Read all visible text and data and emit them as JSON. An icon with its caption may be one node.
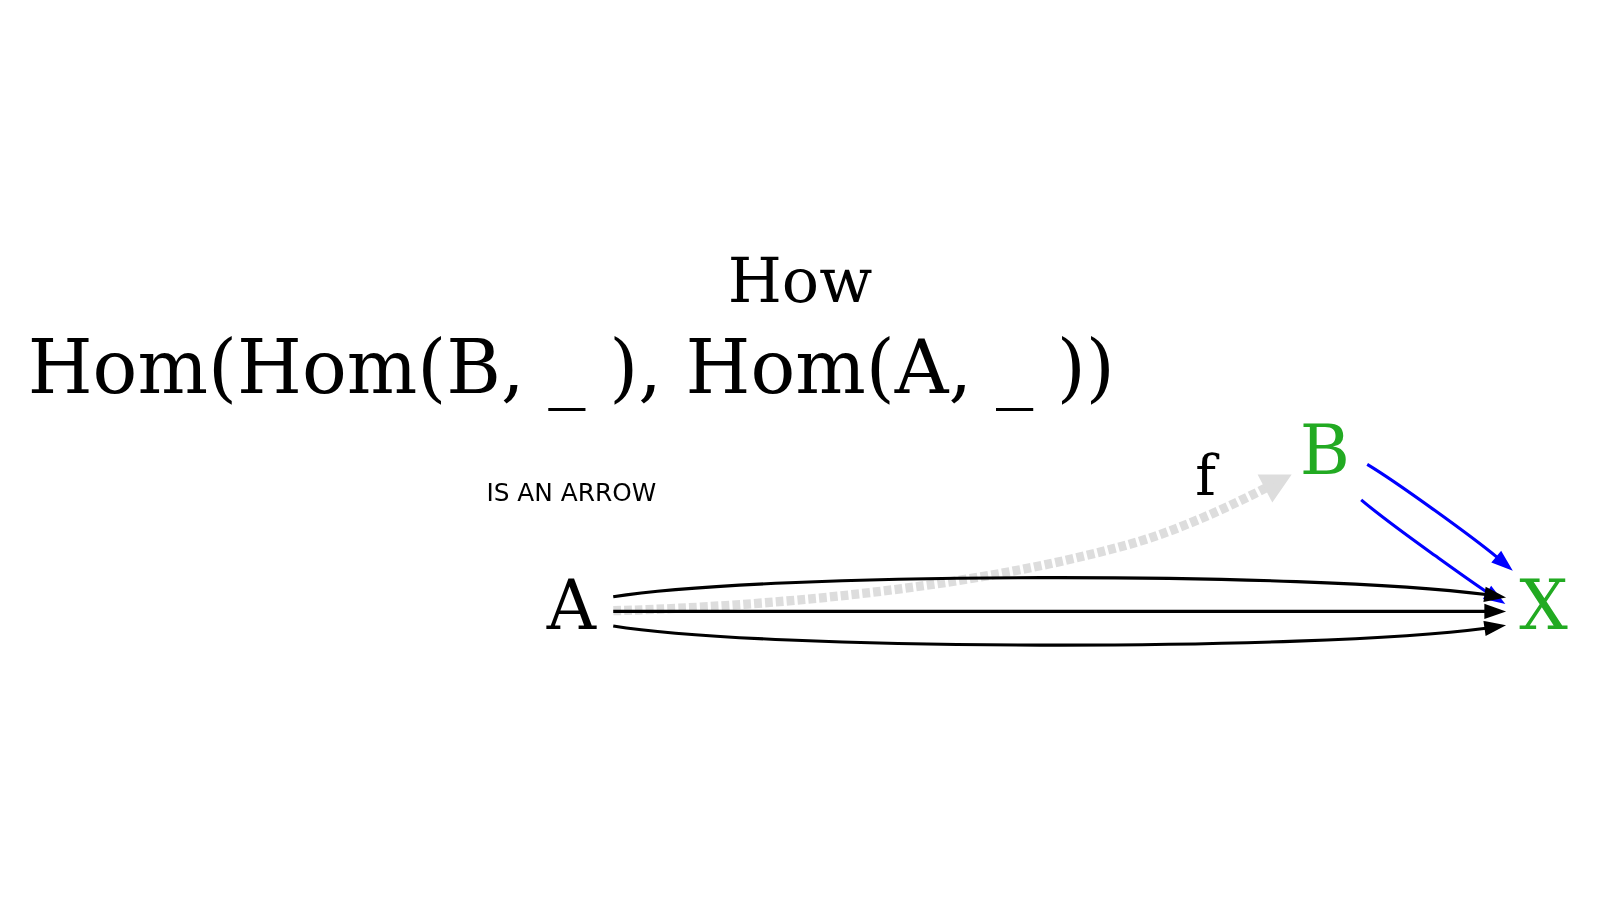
{
  "diagram": {
    "title": "How",
    "nodes": [
      {
        "text": [
          "B"
        ]
      },
      {
        "text": [
          "A"
        ]
      },
      {
        "text": [
          "X"
        ]
      }
    ],
    "edges": [
      {
        "from": 1,
        "to": 0,
        "arrow": "to",
        "label": "f",
        "style": "dashed",
        "color": "#dddddd"
      },
      {
        "from": 0,
        "to": 2,
        "arrow": "to",
        "color": "#0000ff"
      },
      {
        "from": 0,
        "to": 2,
        "arrow": "to",
        "color": "#0000ff"
      },
      {
        "from": 1,
        "to": 2,
        "arrow": "to"
      },
      {
        "from": 1,
        "to": 2,
        "arrow": "to"
      },
      {
        "from": 1,
        "to": 2,
        "arrow": "to"
      }
    ],
    "labels": [
      "IS AN ARROW",
      "Hom(Hom(B, _ ), Hom(A, _ ))"
    ]
  }
}
